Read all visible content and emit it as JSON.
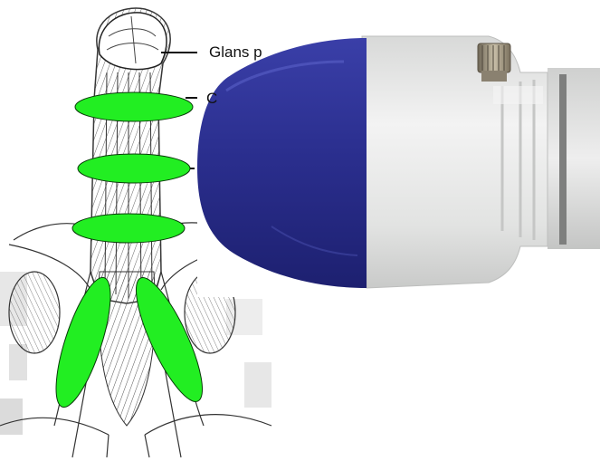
{
  "illustration": {
    "labels": [
      {
        "id": "glans",
        "text": "Glans p"
      },
      {
        "id": "second",
        "text": "C"
      }
    ],
    "markers": {
      "color": "#22ee22",
      "band_count": 3,
      "side_count": 2
    }
  },
  "device_photo": {
    "subject": "device-head",
    "cap_color": "#2b2f8f",
    "body_color": "#e6e7e6",
    "screw_color": "#9a8f7a"
  }
}
